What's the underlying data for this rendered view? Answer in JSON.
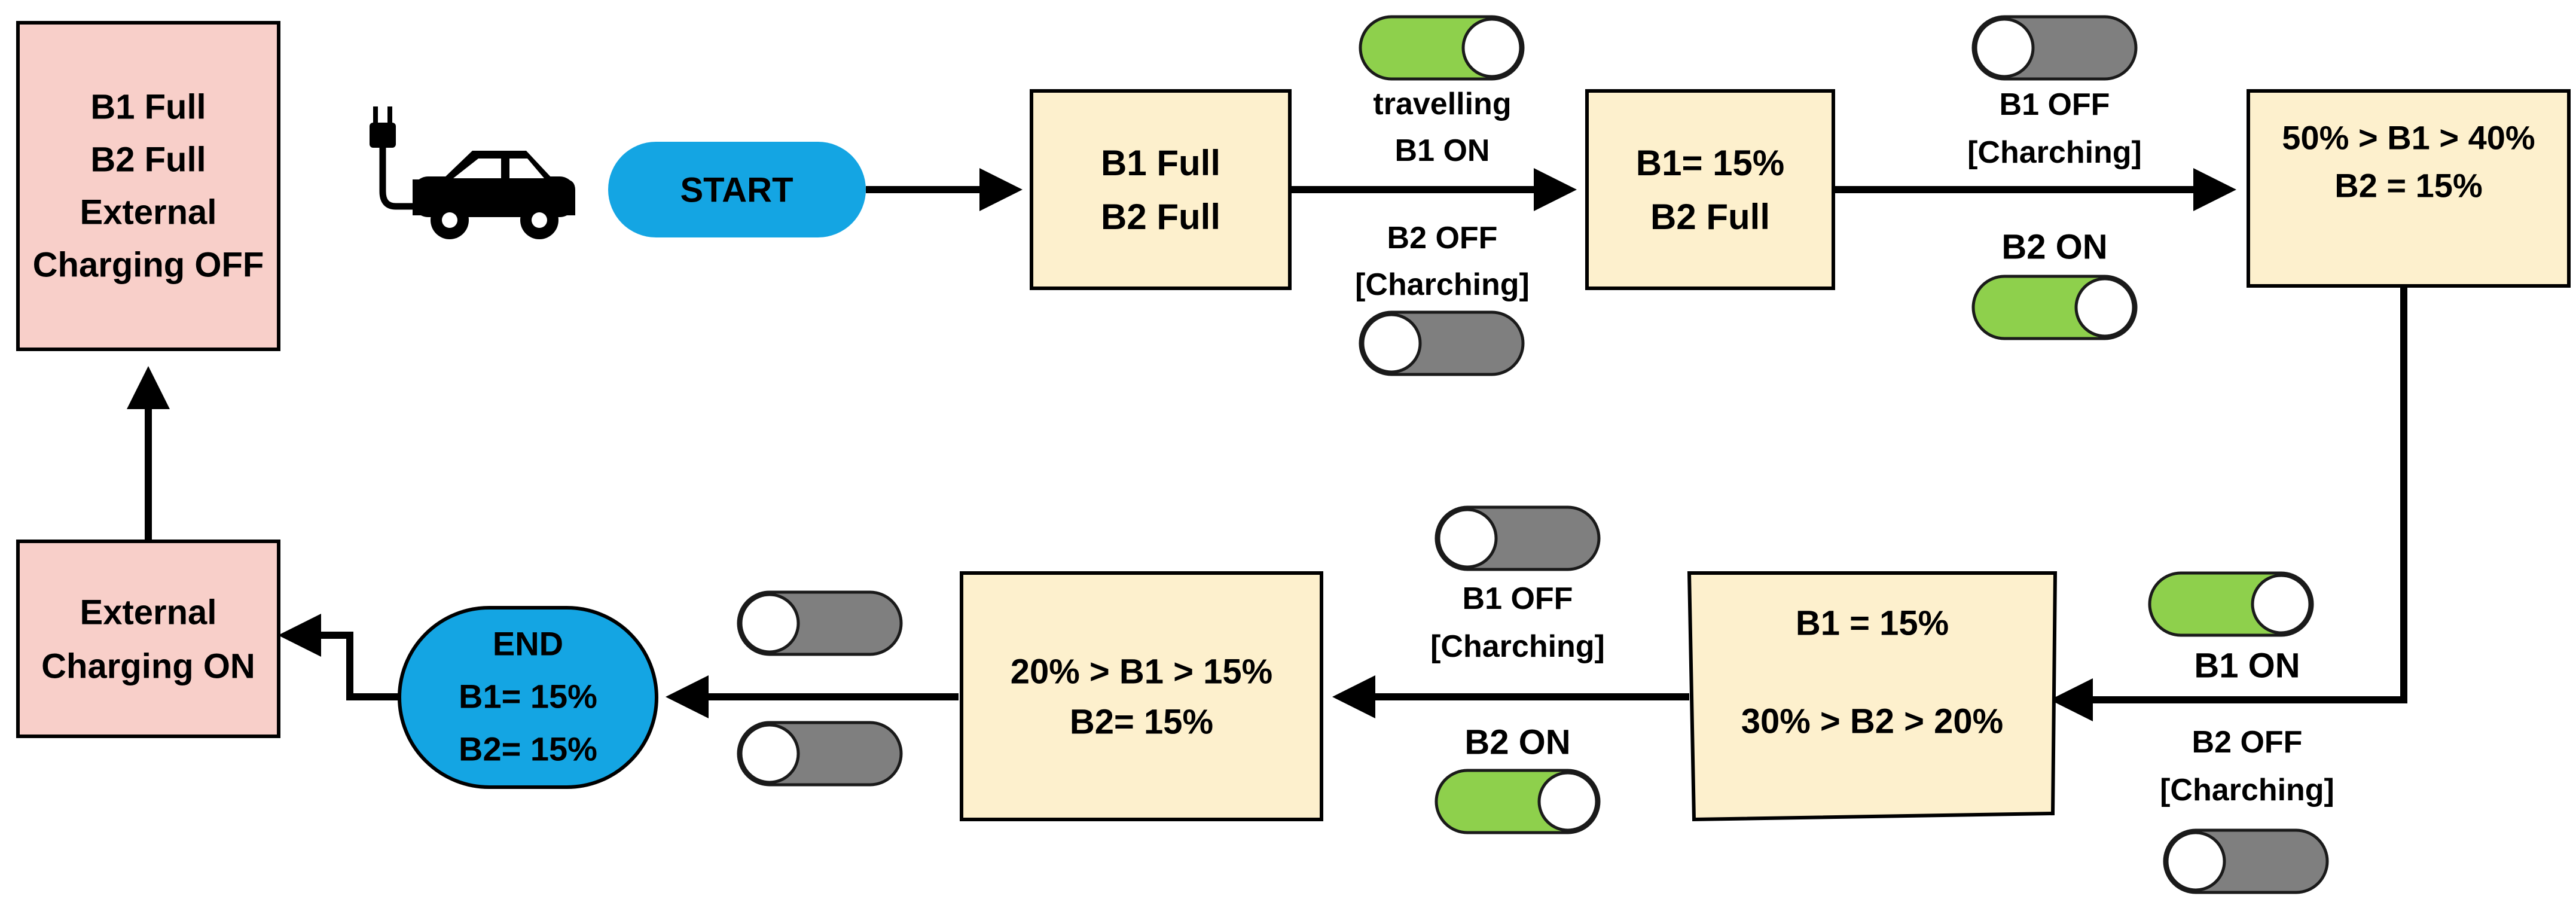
{
  "colors": {
    "state_fill": "#fdf0cd",
    "extern_fill": "#f8cfc9",
    "terminal_fill": "#14a5e3",
    "toggle_on": "#8ed04c",
    "toggle_off": "#7f7f7f",
    "line": "#000000"
  },
  "icons": {
    "car": "electric-car-icon"
  },
  "nodes": {
    "start": {
      "lines": [
        "START"
      ]
    },
    "s1": {
      "lines": [
        "B1 Full",
        "B2 Full"
      ]
    },
    "s2": {
      "lines": [
        "B1= 15%",
        "B2 Full"
      ]
    },
    "s3": {
      "lines": [
        "50% > B1 > 40%",
        "B2 = 15%"
      ]
    },
    "s4": {
      "lines": [
        "B1 = 15%",
        "",
        "30% > B2 > 20%"
      ]
    },
    "s5": {
      "lines": [
        "20% > B1 > 15%",
        "B2= 15%"
      ]
    },
    "end": {
      "lines": [
        "END",
        "B1= 15%",
        "B2= 15%"
      ]
    },
    "ext_on": {
      "lines": [
        "External",
        "Charging ON"
      ]
    },
    "ext_off": {
      "lines": [
        "B1 Full",
        "B2 Full",
        "External",
        "Charging OFF"
      ]
    }
  },
  "transitions": {
    "t1": {
      "b1": [
        "travelling",
        "B1 ON"
      ],
      "b2": [
        "B2 OFF",
        "[Charching]"
      ],
      "b1_on": true,
      "b2_on": false
    },
    "t2": {
      "b1": [
        "B1 OFF",
        "[Charching]"
      ],
      "b2": [
        "B2 ON"
      ],
      "b1_on": false,
      "b2_on": true
    },
    "t3": {
      "b1": [
        "B1 ON"
      ],
      "b2": [
        "B2 OFF",
        "[Charching]"
      ],
      "b1_on": true,
      "b2_on": false
    },
    "t4": {
      "b1": [
        "B1 OFF",
        "[Charching]"
      ],
      "b2": [
        "B2 ON"
      ],
      "b1_on": false,
      "b2_on": true
    },
    "t5": {
      "b1_on": false,
      "b2_on": false
    }
  }
}
